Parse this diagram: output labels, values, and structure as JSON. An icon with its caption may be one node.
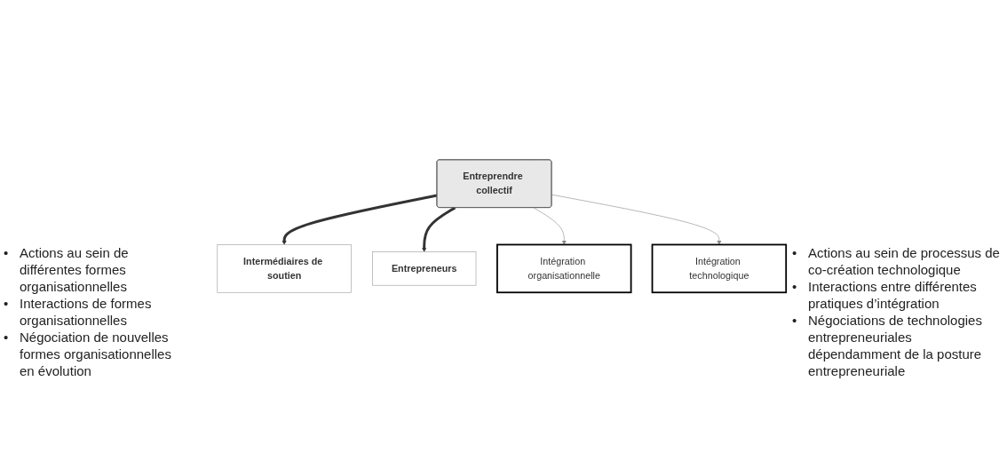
{
  "diagram": {
    "nodes": [
      {
        "text": [
          "Entreprendre collectif"
        ]
      },
      {
        "text": [
          "Intermédiaires de soutien"
        ]
      },
      {
        "text": [
          "Entrepreneurs"
        ]
      },
      {
        "text": [
          "Intégration organisationnelle"
        ]
      },
      {
        "text": [
          "Intégration technologique"
        ]
      }
    ],
    "edges": [
      {
        "from": 0,
        "to": 1,
        "arrow": "to",
        "style": "thick"
      },
      {
        "from": 0,
        "to": 2,
        "arrow": "to",
        "style": "thick"
      },
      {
        "from": 0,
        "to": 3,
        "arrow": "to"
      },
      {
        "from": 0,
        "to": 4,
        "arrow": "to"
      }
    ],
    "labels": [
      "•",
      "Actions au sein de différentes formes organisationnelles",
      "•",
      "Interactions de formes organisationnelles",
      "•",
      "Négociation de nouvelles formes organisationnelles en évolution",
      "•",
      "Actions au sein de processus de co-création technologique",
      "•",
      "Interactions entre différentes pratiques d’intégration",
      "•",
      "Négociations de technologies entrepreneuriales dépendamment de la posture entrepreneuriale"
    ]
  }
}
